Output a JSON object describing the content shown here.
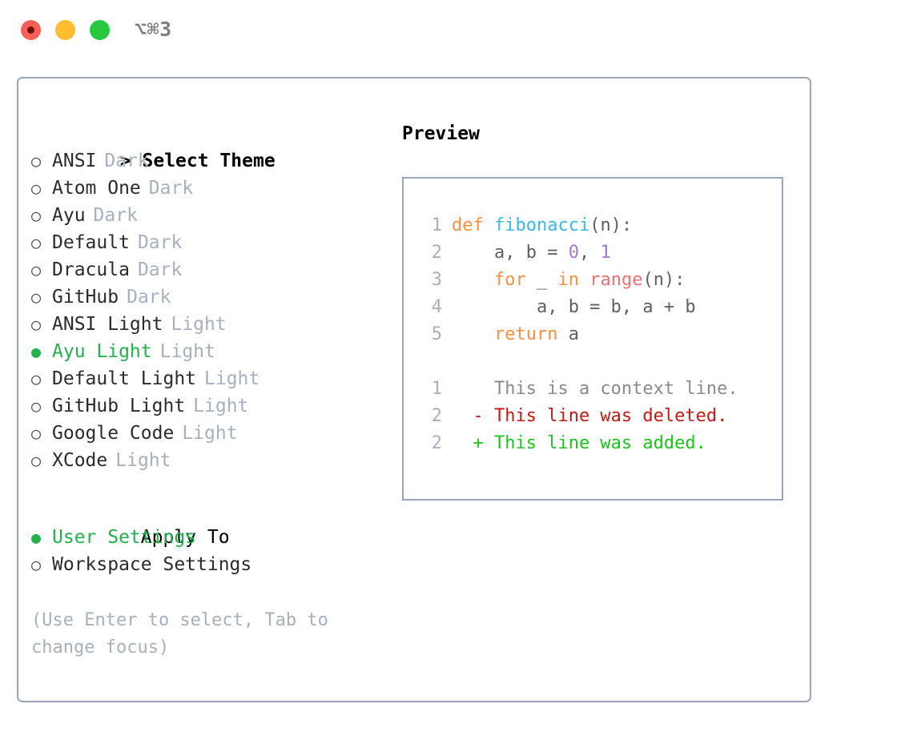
{
  "window": {
    "title": "⌥⌘3",
    "traffic_lights": [
      {
        "name": "close",
        "color": "#fb5f57"
      },
      {
        "name": "minimize",
        "color": "#febc2e"
      },
      {
        "name": "maximize",
        "color": "#27c93f"
      }
    ]
  },
  "theme_picker": {
    "header": "Select Theme",
    "focus_marker": ">",
    "marker_unselected": "○",
    "marker_selected": "●",
    "accent_color": "#22b14c",
    "items": [
      {
        "label": "ANSI",
        "tag": "Dark",
        "selected": false
      },
      {
        "label": "Atom One",
        "tag": "Dark",
        "selected": false
      },
      {
        "label": "Ayu",
        "tag": "Dark",
        "selected": false
      },
      {
        "label": "Default",
        "tag": "Dark",
        "selected": false
      },
      {
        "label": "Dracula",
        "tag": "Dark",
        "selected": false
      },
      {
        "label": "GitHub",
        "tag": "Dark",
        "selected": false
      },
      {
        "label": "ANSI Light",
        "tag": "Light",
        "selected": false
      },
      {
        "label": "Ayu Light",
        "tag": "Light",
        "selected": true
      },
      {
        "label": "Default Light",
        "tag": "Light",
        "selected": false
      },
      {
        "label": "GitHub Light",
        "tag": "Light",
        "selected": false
      },
      {
        "label": "Google Code",
        "tag": "Light",
        "selected": false
      },
      {
        "label": "XCode",
        "tag": "Light",
        "selected": false
      }
    ]
  },
  "apply_to": {
    "header": "Apply To",
    "items": [
      {
        "label": "User Settings",
        "selected": true
      },
      {
        "label": "Workspace Settings",
        "selected": false
      }
    ]
  },
  "hint": "(Use Enter to select, Tab to change focus)",
  "preview": {
    "title": "Preview",
    "code_lines": [
      {
        "no": "1",
        "tokens": [
          {
            "t": "def",
            "c": "t-kw"
          },
          {
            "t": " ",
            "c": "t-pln"
          },
          {
            "t": "fibonacci",
            "c": "t-fn"
          },
          {
            "t": "(n):",
            "c": "t-pln"
          }
        ]
      },
      {
        "no": "2",
        "tokens": [
          {
            "t": "    a, b = ",
            "c": "t-pln"
          },
          {
            "t": "0",
            "c": "t-num"
          },
          {
            "t": ", ",
            "c": "t-pln"
          },
          {
            "t": "1",
            "c": "t-num"
          }
        ]
      },
      {
        "no": "3",
        "tokens": [
          {
            "t": "    ",
            "c": "t-pln"
          },
          {
            "t": "for",
            "c": "t-kw"
          },
          {
            "t": " _ ",
            "c": "t-pln"
          },
          {
            "t": "in",
            "c": "t-kw"
          },
          {
            "t": " ",
            "c": "t-pln"
          },
          {
            "t": "range",
            "c": "t-call"
          },
          {
            "t": "(n):",
            "c": "t-pln"
          }
        ]
      },
      {
        "no": "4",
        "tokens": [
          {
            "t": "        a, b = b, a + b",
            "c": "t-pln"
          }
        ]
      },
      {
        "no": "5",
        "tokens": [
          {
            "t": "    ",
            "c": "t-pln"
          },
          {
            "t": "return",
            "c": "t-kw"
          },
          {
            "t": " a",
            "c": "t-pln"
          }
        ]
      }
    ],
    "diff_lines": [
      {
        "no": "1",
        "marker": " ",
        "text": "This is a context line.",
        "c": "t-ctx"
      },
      {
        "no": "2",
        "marker": "-",
        "text": "This line was deleted.",
        "c": "t-del"
      },
      {
        "no": "2",
        "marker": "+",
        "text": "This line was added.",
        "c": "t-add"
      }
    ]
  }
}
